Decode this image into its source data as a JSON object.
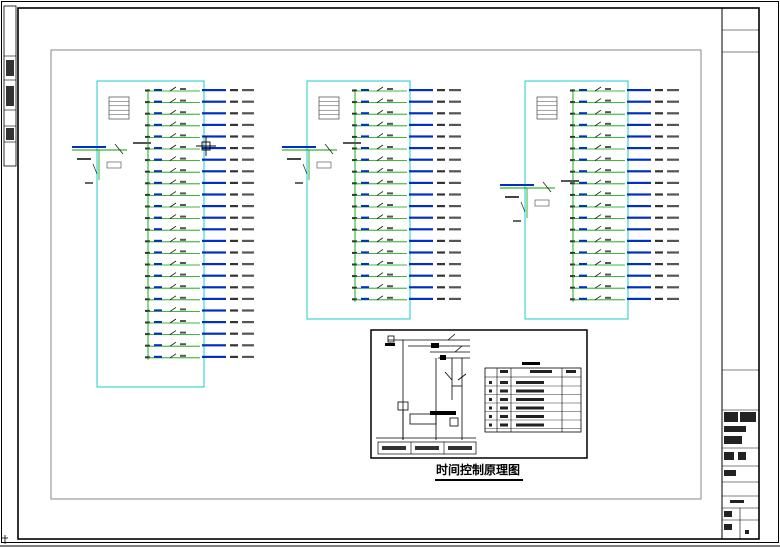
{
  "drawing": {
    "caption": "时间控制原理图"
  },
  "colors": {
    "sheet": "#ffffff",
    "frame": "#000000",
    "cabinet": "#00c8c8",
    "wire_green": "#00a000",
    "label_blue": "#0030c0",
    "annotation": "#6a6a6a"
  },
  "panels": [
    {
      "name": "distribution-panel-1",
      "breaker_rows": 24
    },
    {
      "name": "distribution-panel-2",
      "breaker_rows": 19
    },
    {
      "name": "distribution-panel-3",
      "breaker_rows": 19
    }
  ]
}
